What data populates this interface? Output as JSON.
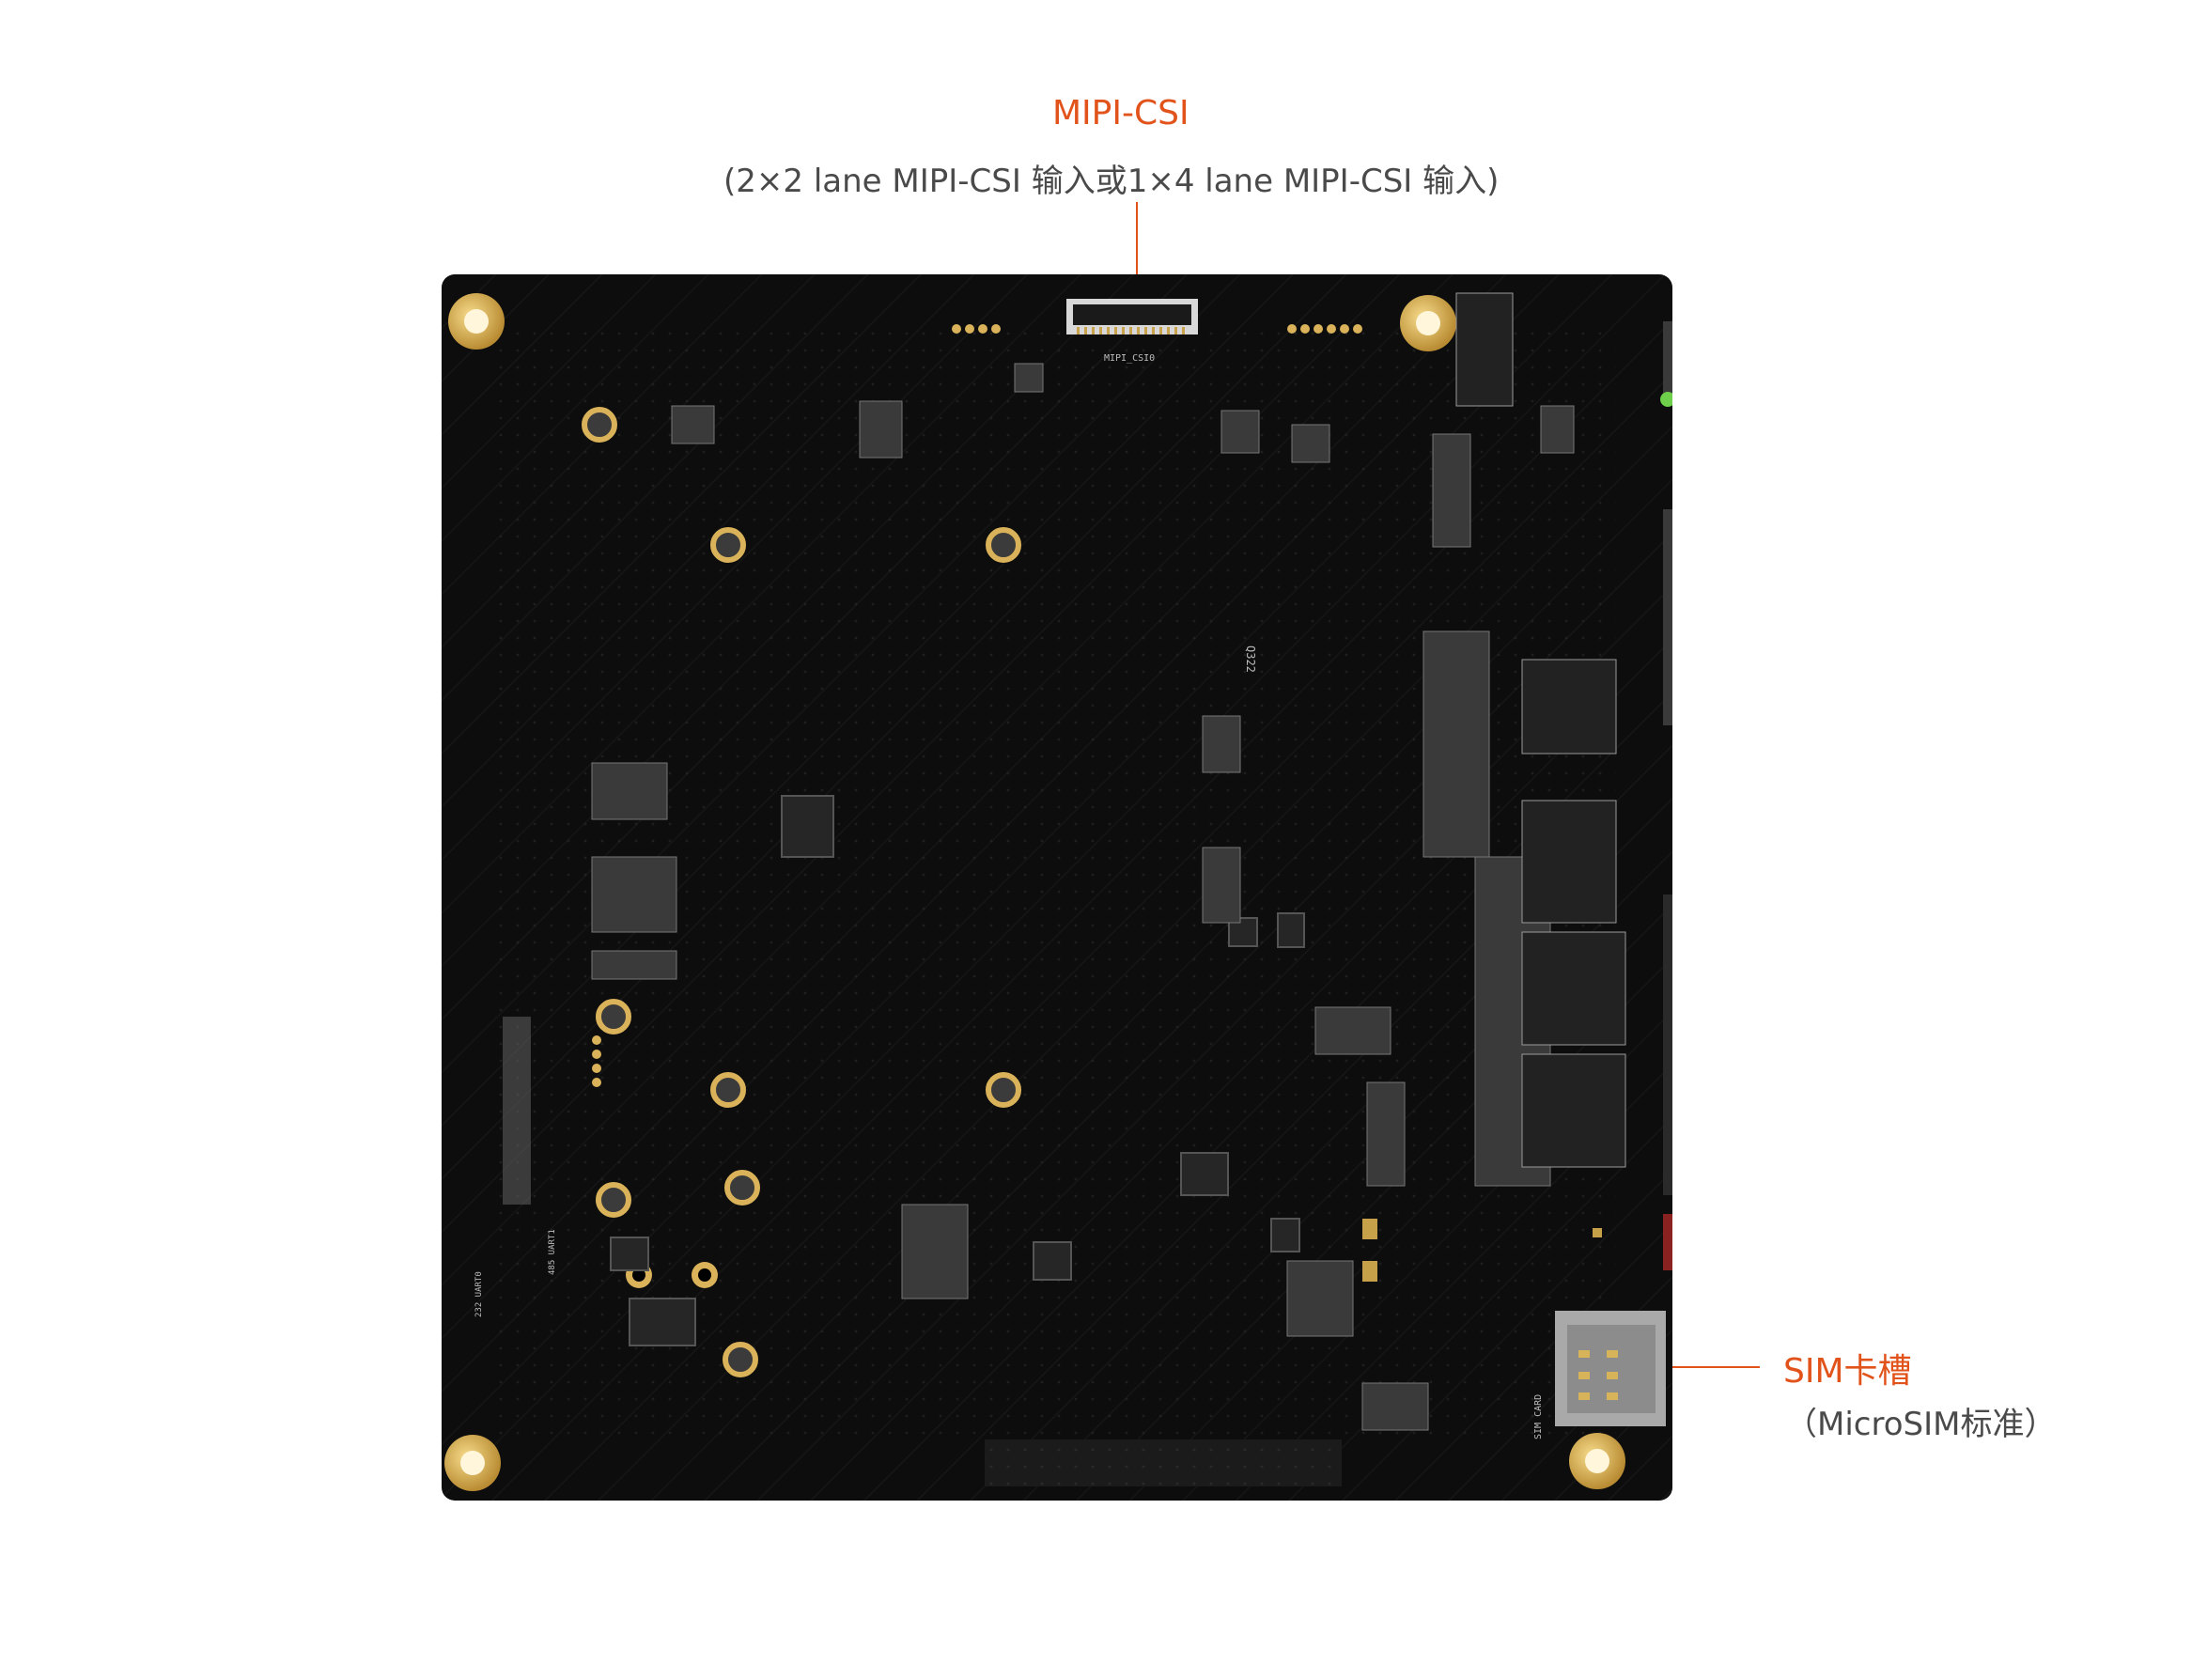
{
  "callouts": {
    "csi": {
      "title": "MIPI-CSI",
      "subtitle": "(2×2 lane MIPI-CSI 输入或1×4 lane MIPI-CSI 输入)"
    },
    "sim": {
      "title": "SIM卡槽",
      "subtitle": "（MicroSIM标准）"
    }
  },
  "board": {
    "silkscreen": {
      "csi_connector": "MIPI_CSI0",
      "sim_label": "SIM CARD",
      "chip_mark": "Q322",
      "uart_label": "232 UART0",
      "uart2_label": "485 UART1"
    }
  },
  "colors": {
    "accent": "#e2531b",
    "board": "#0d0d0d",
    "gold": "#d9b25a"
  }
}
